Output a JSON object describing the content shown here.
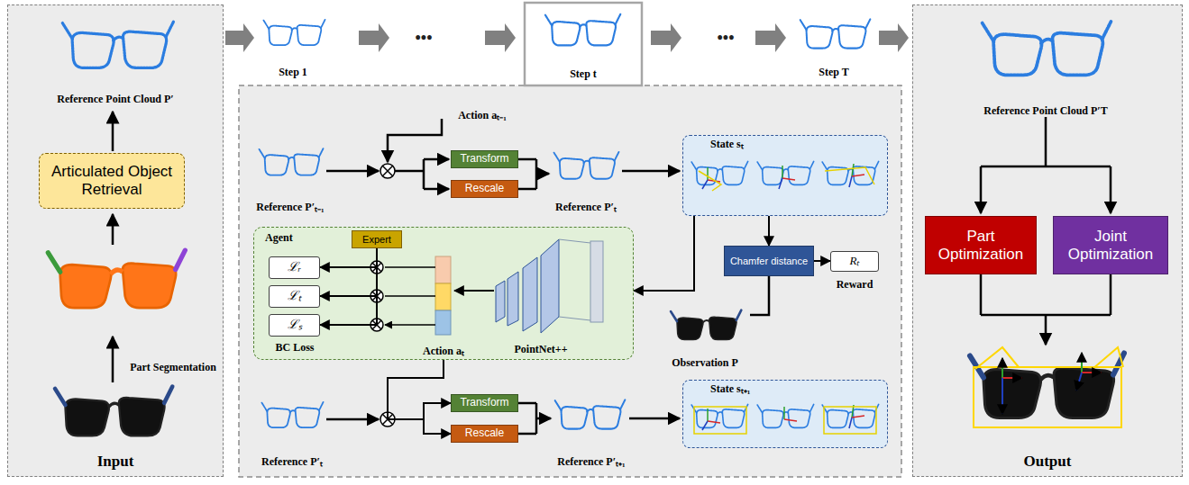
{
  "diagram": {
    "nodes": [
      {
        "text": [
          "Input"
        ]
      },
      {
        "text": [
          "Articulated Object Retrieval"
        ],
        "in": 0
      },
      {
        "text": [
          "Transform"
        ]
      },
      {
        "text": [
          "Rescale"
        ]
      },
      {
        "text": [
          "State sₜ"
        ]
      },
      {
        "text": [
          "Agent"
        ]
      },
      {
        "text": [
          "Expert"
        ],
        "in": 5
      },
      {
        "text": [
          "ℒᵣ"
        ],
        "in": 5
      },
      {
        "text": [
          "ℒₜ"
        ],
        "in": 5
      },
      {
        "text": [
          "ℒₛ"
        ],
        "in": 5
      },
      {
        "text": [
          "Chamfer distance"
        ]
      },
      {
        "text": [
          "Rₜ"
        ]
      },
      {
        "text": [
          "Transform"
        ]
      },
      {
        "text": [
          "Rescale"
        ]
      },
      {
        "text": [
          "State sₜ₊₁"
        ]
      },
      {
        "text": [
          "Output"
        ]
      },
      {
        "text": [
          "Part Optimization"
        ],
        "in": 15
      },
      {
        "text": [
          "Joint Optimization"
        ],
        "in": 15
      }
    ],
    "edges": [
      {
        "from": 6,
        "to": 7,
        "arrow": "to"
      },
      {
        "from": 6,
        "to": 8,
        "arrow": "to"
      },
      {
        "from": 6,
        "to": 9,
        "arrow": "to"
      },
      {
        "from": 4,
        "to": 5,
        "arrow": "to"
      },
      {
        "from": 4,
        "to": 10,
        "arrow": "to"
      },
      {
        "from": 10,
        "to": 11,
        "arrow": "to"
      },
      {
        "from": 5,
        "to": 12,
        "arrow": "to"
      },
      {
        "from": 5,
        "to": 13,
        "arrow": "to"
      }
    ],
    "labels": [
      "Reference Point Cloud P′",
      "Part Segmentation",
      "Step 1",
      "•••",
      "Step t",
      "•••",
      "Step T",
      "Action aₜ₋₁",
      "Reference P′ₜ₋₁",
      "Reference P′ₜ",
      "BC Loss",
      "Action aₜ",
      "PointNet++",
      "Reward",
      "Observation P",
      "Reference P′ₜ",
      "Reference P′ₜ₊₁",
      "Reference Point Cloud P′T"
    ]
  }
}
